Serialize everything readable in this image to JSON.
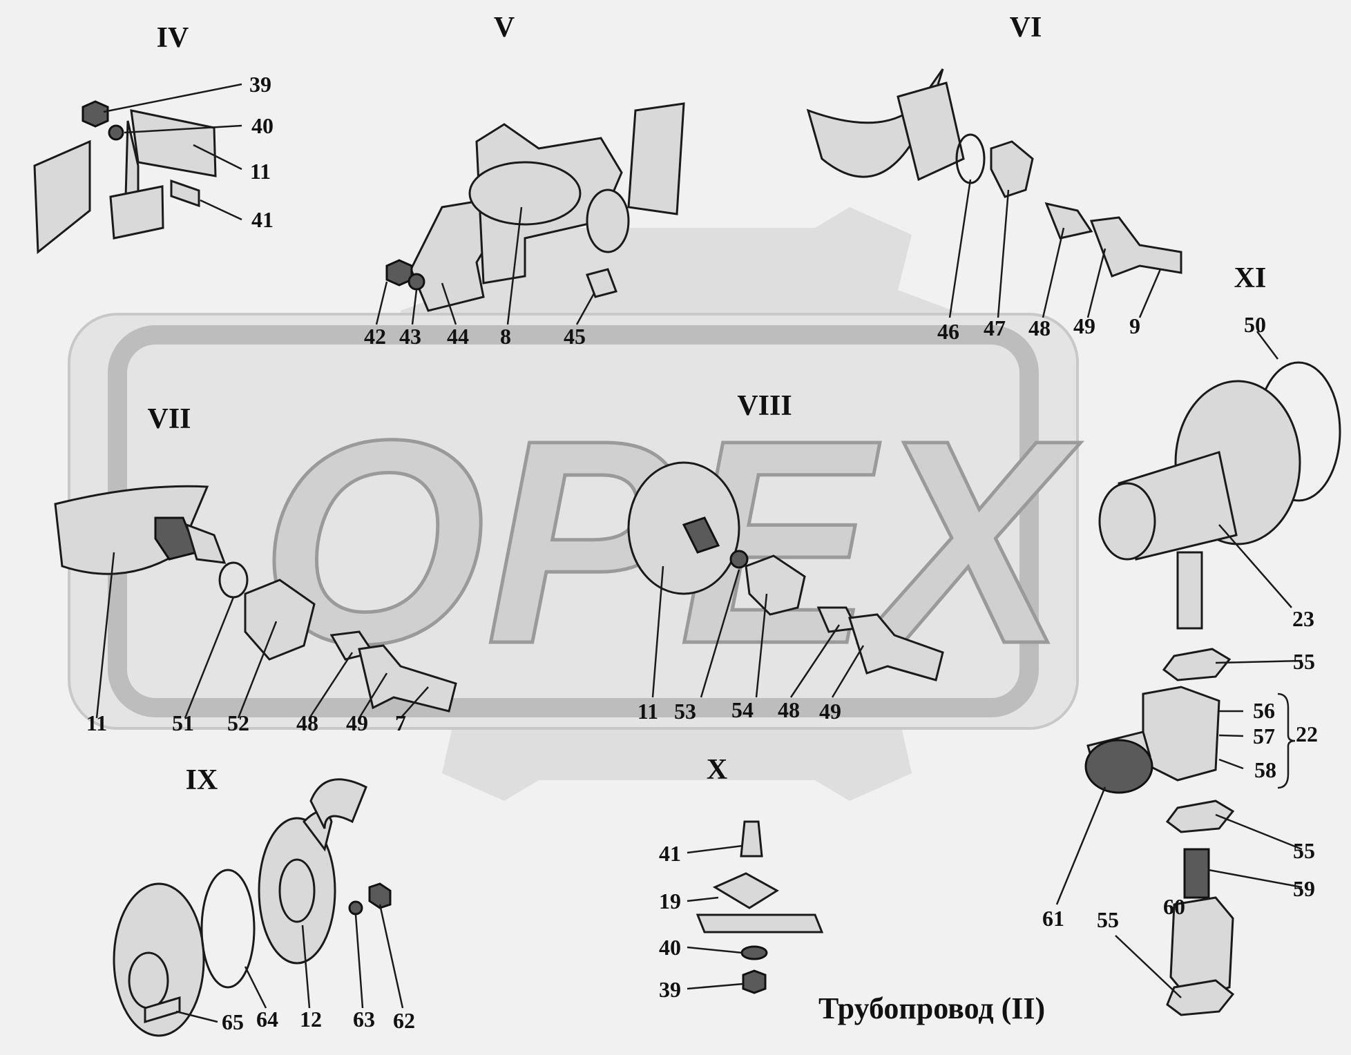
{
  "title": "Трубопровод (II)",
  "watermark": {
    "text": "OPEX",
    "color": "#d0d0d0"
  },
  "sections": {
    "iv": "IV",
    "v": "V",
    "vi": "VI",
    "vii": "VII",
    "viii": "VIII",
    "ix": "IX",
    "x": "X",
    "xi": "XI"
  },
  "labels": {
    "iv_39": "39",
    "iv_40": "40",
    "iv_11": "11",
    "iv_41": "41",
    "v_42": "42",
    "v_43": "43",
    "v_44": "44",
    "v_8": "8",
    "v_45": "45",
    "vi_46": "46",
    "vi_47": "47",
    "vi_48": "48",
    "vi_49": "49",
    "vi_9": "9",
    "vii_11": "11",
    "vii_51": "51",
    "vii_52": "52",
    "vii_48": "48",
    "vii_49": "49",
    "vii_7": "7",
    "viii_11": "11",
    "viii_53": "53",
    "viii_54": "54",
    "viii_48": "48",
    "viii_49": "49",
    "ix_65": "65",
    "ix_64": "64",
    "ix_12": "12",
    "ix_63": "63",
    "ix_62": "62",
    "x_41": "41",
    "x_19": "19",
    "x_40": "40",
    "x_39": "39",
    "xi_50": "50",
    "xi_23": "23",
    "xi_55a": "55",
    "xi_56": "56",
    "xi_57": "57",
    "xi_58": "58",
    "xi_22": "22",
    "xi_55b": "55",
    "xi_59": "59",
    "xi_60": "60",
    "xi_55c": "55",
    "xi_61": "61"
  }
}
